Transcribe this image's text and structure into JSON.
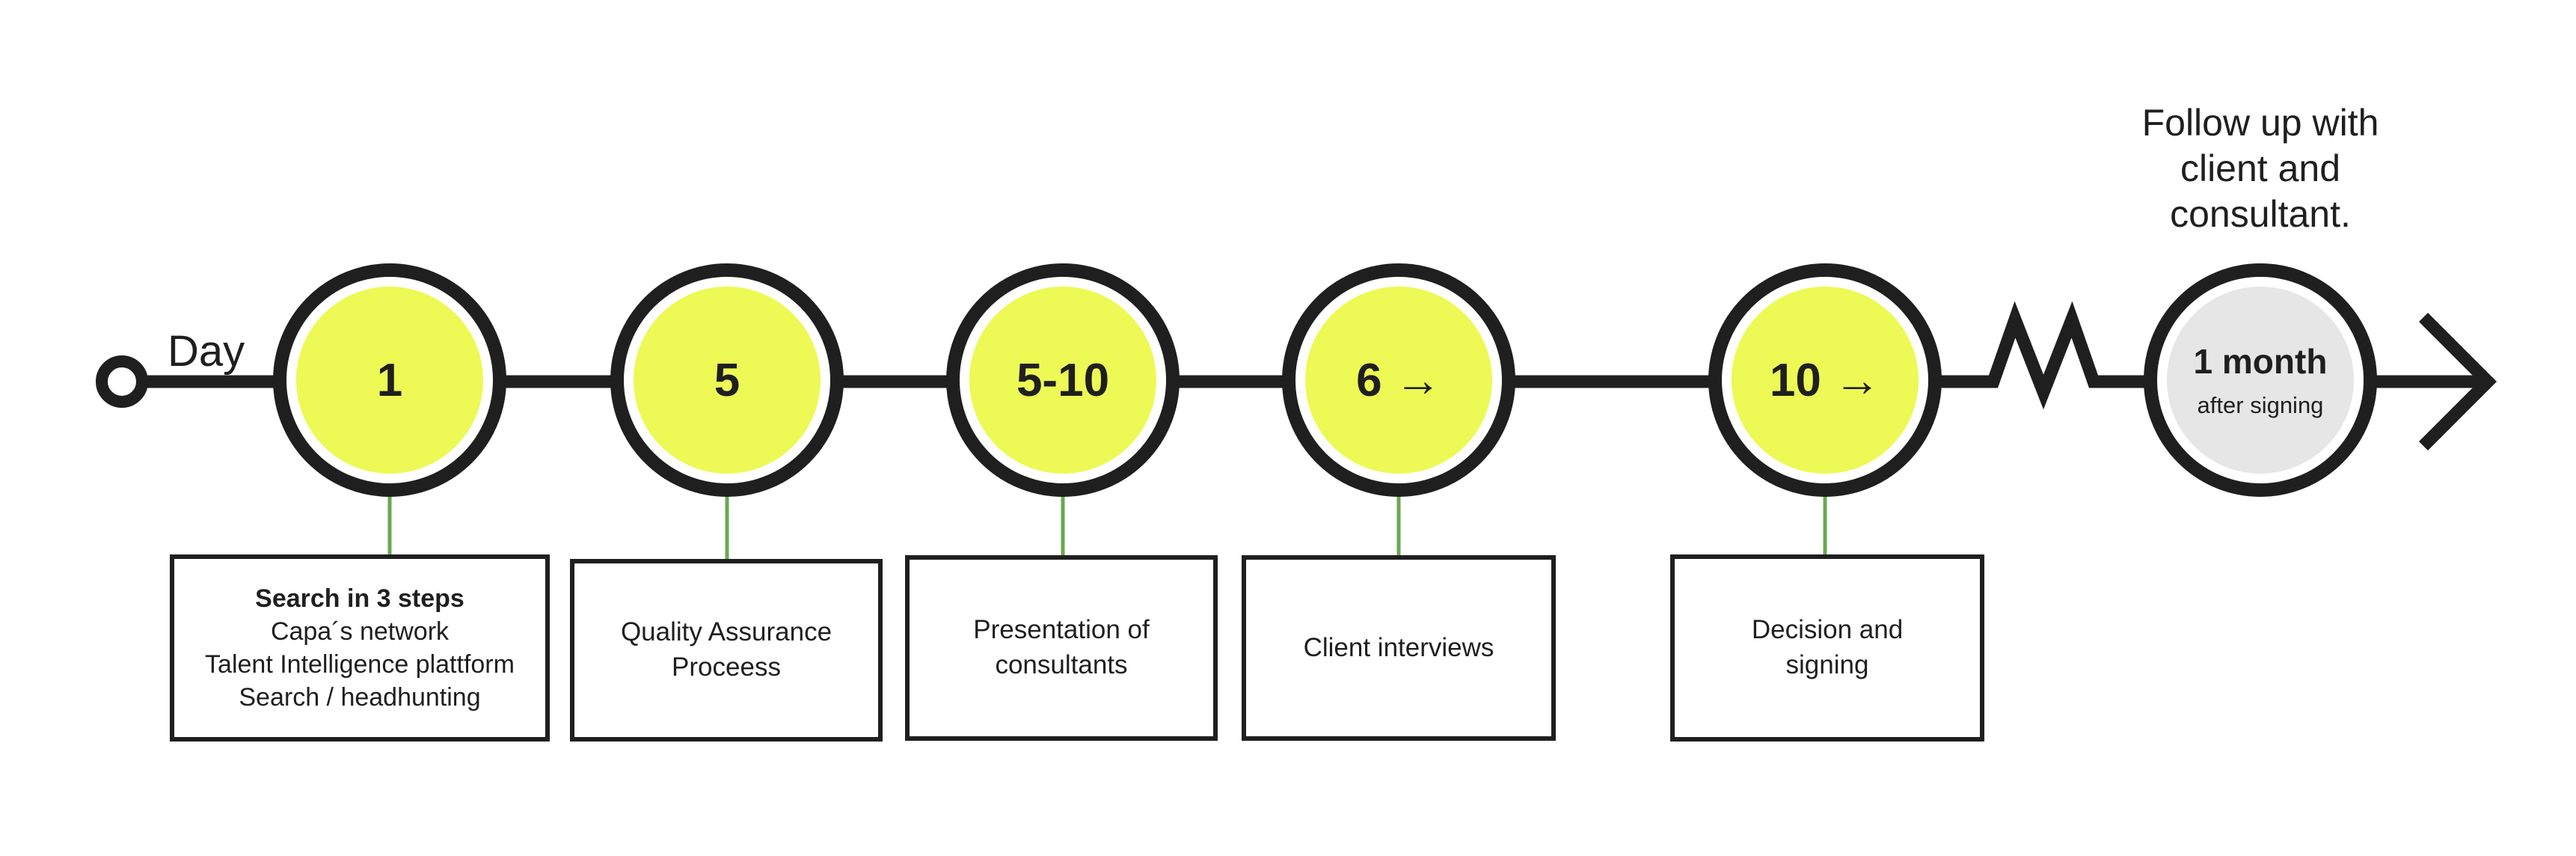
{
  "colors": {
    "ink": "#1f1f1f",
    "node_fill": "#edf955",
    "terminal_fill": "#e6e6e6",
    "connector": "#6aa84f",
    "background": "#ffffff"
  },
  "timeline": {
    "axis_label": "Day",
    "nodes": [
      {
        "label": "1"
      },
      {
        "label": "5"
      },
      {
        "label": "5-10"
      },
      {
        "label": "6 →"
      },
      {
        "label": "10 →"
      }
    ],
    "terminal_node": {
      "label": "1 month",
      "sublabel": "after signing"
    },
    "followup_caption_lines": [
      "Follow up with",
      "client and",
      "consultant."
    ]
  },
  "steps": [
    {
      "heading": "Search in 3 steps",
      "lines": [
        "Capa´s network",
        "Talent Intelligence plattform",
        "Search / headhunting"
      ]
    },
    {
      "heading": "",
      "lines": [
        "Quality Assurance",
        "Proceess"
      ]
    },
    {
      "heading": "",
      "lines": [
        "Presentation of",
        "consultants"
      ]
    },
    {
      "heading": "",
      "lines": [
        "Client interviews"
      ]
    },
    {
      "heading": "",
      "lines": [
        "Decision and",
        "signing"
      ]
    }
  ]
}
